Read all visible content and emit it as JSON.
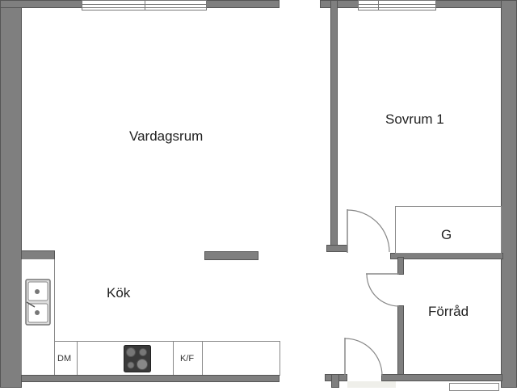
{
  "floorplan": {
    "rooms": [
      {
        "id": "vardagsrum",
        "label": "Vardagsrum"
      },
      {
        "id": "sovrum1",
        "label": "Sovrum 1"
      },
      {
        "id": "kok",
        "label": "Kök"
      },
      {
        "id": "forrad",
        "label": "Förråd"
      },
      {
        "id": "garderob",
        "label": "G"
      }
    ],
    "appliances": [
      {
        "id": "diskmaskin",
        "label": "DM"
      },
      {
        "id": "kyl-frys",
        "label": "K/F"
      },
      {
        "id": "spis",
        "icon": "cooktop-icon"
      },
      {
        "id": "diskho",
        "icon": "sink-icon"
      }
    ],
    "colors": {
      "wall": "#7f7f7f",
      "wall_outline": "#555555",
      "floor": "#ffffff",
      "wet_area_floor": "#efefea",
      "cooktop": "#3a3a3a"
    }
  }
}
